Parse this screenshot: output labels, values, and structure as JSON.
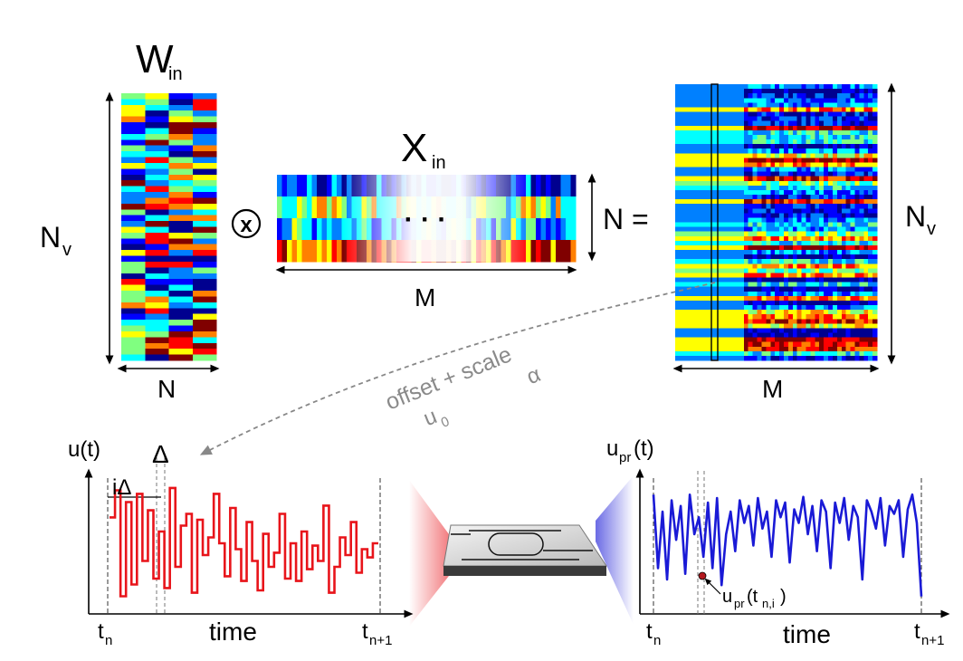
{
  "matrices": {
    "w_in": {
      "symbol": "W",
      "subscript": "in",
      "rows_label": "N",
      "rows_sub": "v",
      "cols_label": "N"
    },
    "x_in": {
      "symbol": "X",
      "subscript": "in",
      "rows_label": "N",
      "cols_label": "M",
      "ellipsis": "· · ·"
    },
    "result": {
      "rows_label": "N",
      "rows_sub": "v",
      "cols_label": "M"
    },
    "operator": "⊗",
    "equals": "="
  },
  "transform": {
    "line1": "offset + scale",
    "offset_symbol": "u",
    "offset_sub": "0",
    "scale_symbol": "α"
  },
  "input_plot": {
    "ylabel": "u(t)",
    "delta": "Δ",
    "idelta": "iΔ",
    "tick_start": "t",
    "tick_start_sub": "n",
    "tick_end": "t",
    "tick_end_sub": "n+1",
    "xlabel": "time",
    "color": "#e8141a",
    "signal": [
      0.72,
      0.72,
      0.95,
      0.95,
      0.05,
      0.05,
      0.85,
      0.85,
      0.15,
      0.15,
      0.92,
      0.92,
      0.35,
      0.35,
      0.78,
      0.78,
      0.2,
      0.2,
      0.6,
      0.6,
      0.12,
      0.12,
      0.97,
      0.97,
      0.3,
      0.3,
      0.65,
      0.65,
      0.75,
      0.75,
      0.08,
      0.08,
      0.7,
      0.7,
      0.4,
      0.4,
      0.55,
      0.55,
      0.92,
      0.92,
      0.5,
      0.5,
      0.22,
      0.22,
      0.8,
      0.8,
      0.45,
      0.45,
      0.18,
      0.18,
      0.68,
      0.68,
      0.35,
      0.35,
      0.1,
      0.1,
      0.58,
      0.58,
      0.3,
      0.3,
      0.42,
      0.42,
      0.75,
      0.75,
      0.2,
      0.2,
      0.5,
      0.5,
      0.18,
      0.18,
      0.6,
      0.6,
      0.28,
      0.28,
      0.48,
      0.48,
      0.35,
      0.35,
      0.82,
      0.82,
      0.08,
      0.08,
      0.3,
      0.3,
      0.55,
      0.55,
      0.4,
      0.4,
      0.68,
      0.68,
      0.25,
      0.25,
      0.45,
      0.45,
      0.38,
      0.38,
      0.5,
      0.5
    ]
  },
  "output_plot": {
    "ylabel": "u",
    "ylabel_sub": "pr",
    "ylabel_tail": "(t)",
    "tick_start": "t",
    "tick_start_sub": "n",
    "tick_end": "t",
    "tick_end_sub": "n+1",
    "xlabel": "time",
    "marker_label": "u",
    "marker_sub": "pr",
    "marker_tail": "(t",
    "marker_tail_sub": "n,i",
    "marker_close": ")",
    "color": "#1a1ad6",
    "signal": [
      0.95,
      0.3,
      0.8,
      0.2,
      0.9,
      0.55,
      0.85,
      0.25,
      0.95,
      0.6,
      0.75,
      0.4,
      0.88,
      0.3,
      0.92,
      0.15,
      0.6,
      0.8,
      0.45,
      0.9,
      0.7,
      0.85,
      0.5,
      0.92,
      0.65,
      0.8,
      0.4,
      0.9,
      0.75,
      0.88,
      0.35,
      0.82,
      0.7,
      0.93,
      0.6,
      0.85,
      0.45,
      0.9,
      0.8,
      0.3,
      0.88,
      0.7,
      0.92,
      0.55,
      0.85,
      0.75,
      0.2,
      0.9,
      0.8,
      0.65,
      0.92,
      0.5,
      0.85,
      0.78,
      0.9,
      0.4,
      0.82,
      0.95,
      0.7,
      0.05
    ]
  },
  "colors": {
    "jet": [
      "#00008f",
      "#0000ff",
      "#0080ff",
      "#00ffff",
      "#80ff80",
      "#ffff00",
      "#ff8000",
      "#ff0000",
      "#800000"
    ]
  }
}
